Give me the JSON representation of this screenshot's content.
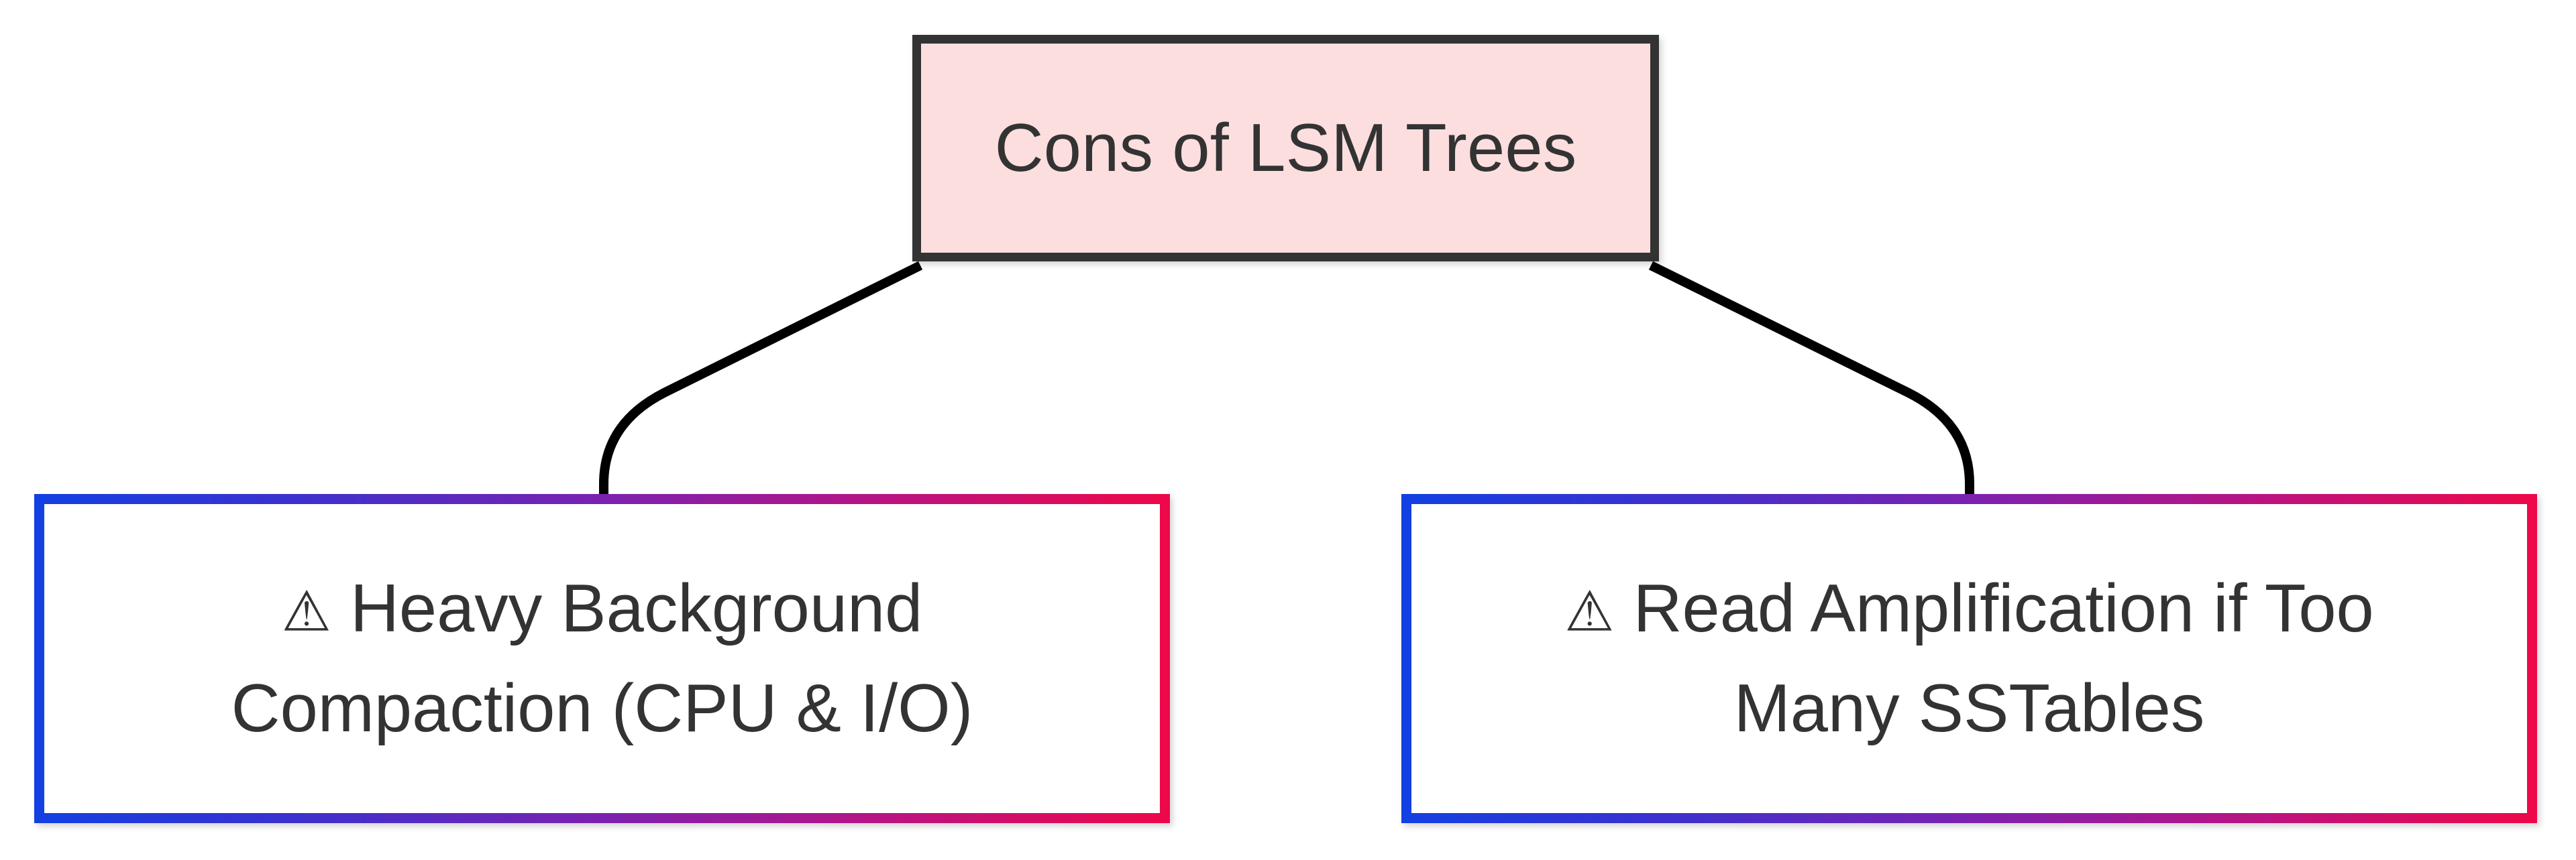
{
  "diagram": {
    "title": "Cons of LSM Trees",
    "type": "tree",
    "orientation": "top-down",
    "background_color": "#ffffff",
    "nodes": [
      {
        "id": "root",
        "role": "root",
        "lines": [
          "Cons of LSM Trees"
        ],
        "fill_color": "#fcdedf",
        "border_color": "#333333",
        "text_color": "#333333"
      },
      {
        "id": "leaf-left",
        "role": "leaf",
        "icon": "warning-triangle-icon",
        "icon_glyph": "⚠",
        "lines": [
          "Heavy Background",
          "Compaction (CPU & I/O)"
        ],
        "line1_prefix": "⚠ ",
        "fill_color": "#ffffff",
        "border_gradient_start": "#1240e2",
        "border_gradient_mid": "#7b22b0",
        "border_gradient_end": "#ee0849",
        "text_color": "#333333"
      },
      {
        "id": "leaf-right",
        "role": "leaf",
        "icon": "warning-triangle-icon",
        "icon_glyph": "⚠",
        "lines": [
          "Read Amplification if Too",
          "Many SSTables"
        ],
        "line1_prefix": "⚠ ",
        "fill_color": "#ffffff",
        "border_gradient_start": "#1240e2",
        "border_gradient_mid": "#7b22b0",
        "border_gradient_end": "#ee0849",
        "text_color": "#333333"
      }
    ],
    "edges": [
      {
        "id": "edge-root-to-left",
        "from": "root",
        "to": "leaf-left",
        "label": "",
        "color": "#000000",
        "arrowhead": "solid-triangle"
      },
      {
        "id": "edge-root-to-right",
        "from": "root",
        "to": "leaf-right",
        "label": "",
        "color": "#000000",
        "arrowhead": "solid-triangle"
      }
    ]
  },
  "root_node": {
    "line1": "Cons of LSM Trees"
  },
  "left_node": {
    "line1": "⚠",
    "line1_text": "Heavy Background",
    "line2": "Compaction (CPU & I/O)"
  },
  "right_node": {
    "line1": "⚠",
    "line1_text": "Read Amplification if Too",
    "line2": "Many SSTables"
  }
}
